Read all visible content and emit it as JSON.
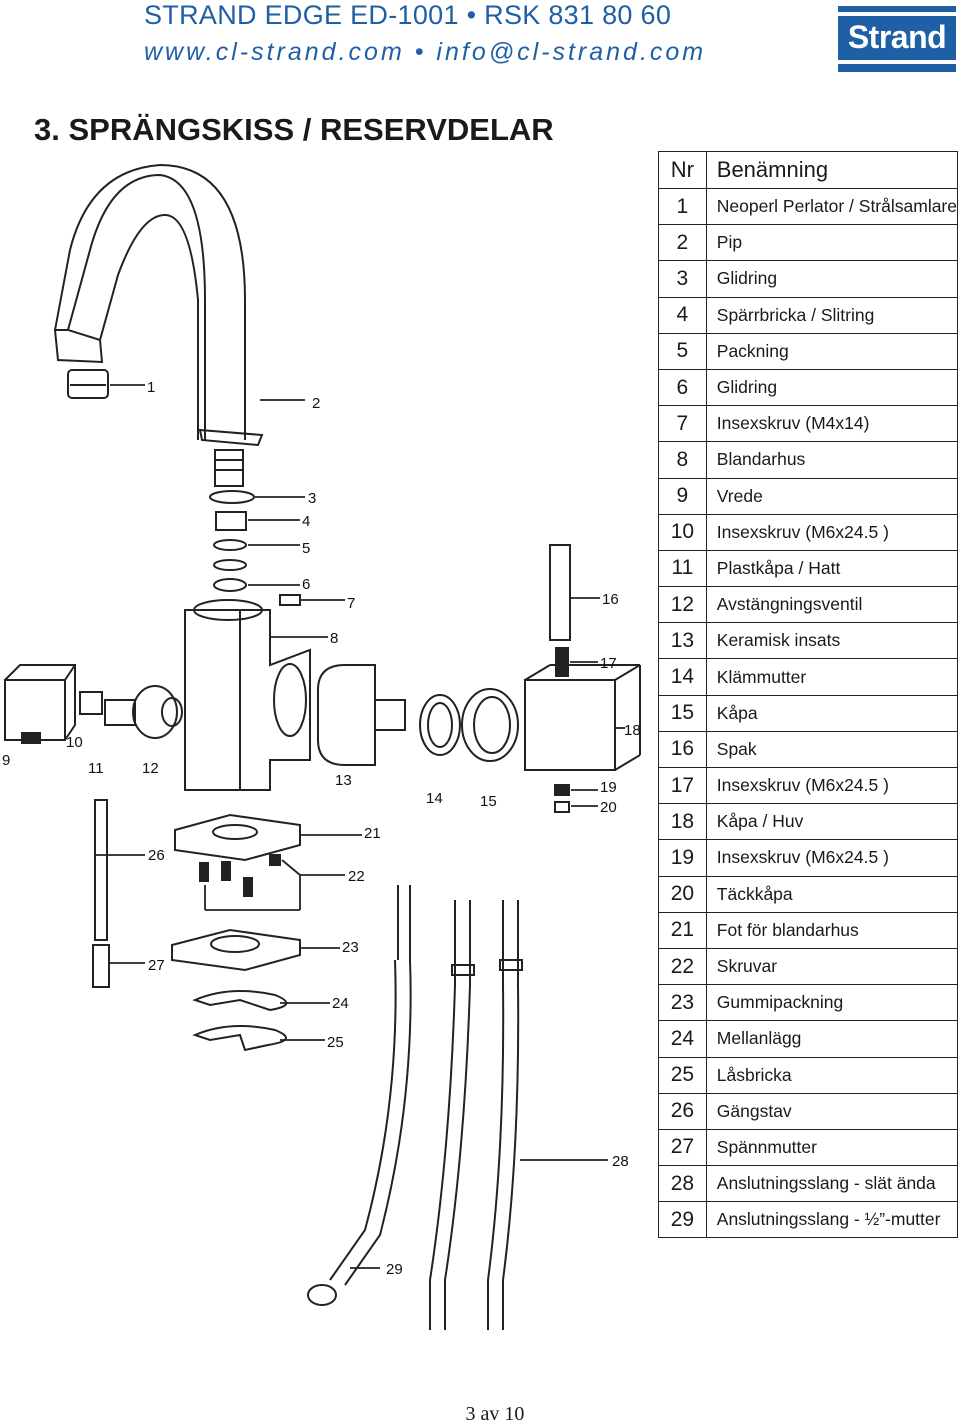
{
  "header": {
    "product_line": "STRAND EDGE ED-1001 • RSK 831 80 60",
    "contact_line": "www.cl-strand.com • info@cl-strand.com"
  },
  "brand": {
    "name": "Strand",
    "color": "#1f5fa5"
  },
  "section_title": "3. SPRÄNGSKISS / RESERVDELAR",
  "parts_table": {
    "headers": [
      "Nr",
      "Benämning"
    ],
    "rows": [
      {
        "nr": "1",
        "name": "Neoperl Perlator / Strålsamlare"
      },
      {
        "nr": "2",
        "name": "Pip"
      },
      {
        "nr": "3",
        "name": "Glidring"
      },
      {
        "nr": "4",
        "name": "Spärrbricka / Slitring"
      },
      {
        "nr": "5",
        "name": "Packning"
      },
      {
        "nr": "6",
        "name": "Glidring"
      },
      {
        "nr": "7",
        "name": "Insexskruv (M4x14)"
      },
      {
        "nr": "8",
        "name": "Blandarhus"
      },
      {
        "nr": "9",
        "name": "Vrede"
      },
      {
        "nr": "10",
        "name": "Insexskruv (M6x24.5 )"
      },
      {
        "nr": "11",
        "name": "Plastkåpa / Hatt"
      },
      {
        "nr": "12",
        "name": "Avstängningsventil"
      },
      {
        "nr": "13",
        "name": "Keramisk insats"
      },
      {
        "nr": "14",
        "name": "Klämmutter"
      },
      {
        "nr": "15",
        "name": "Kåpa"
      },
      {
        "nr": "16",
        "name": "Spak"
      },
      {
        "nr": "17",
        "name": "Insexskruv (M6x24.5 )"
      },
      {
        "nr": "18",
        "name": "Kåpa / Huv"
      },
      {
        "nr": "19",
        "name": "Insexskruv (M6x24.5 )"
      },
      {
        "nr": "20",
        "name": "Täckkåpa"
      },
      {
        "nr": "21",
        "name": "Fot för blandarhus"
      },
      {
        "nr": "22",
        "name": "Skruvar"
      },
      {
        "nr": "23",
        "name": "Gummipackning"
      },
      {
        "nr": "24",
        "name": "Mellanlägg"
      },
      {
        "nr": "25",
        "name": "Låsbricka"
      },
      {
        "nr": "26",
        "name": "Gängstav"
      },
      {
        "nr": "27",
        "name": "Spännmutter"
      },
      {
        "nr": "28",
        "name": "Anslutningsslang - slät ända"
      },
      {
        "nr": "29",
        "name": "Anslutningsslang - ½”-mutter"
      }
    ]
  },
  "diagram_labels": [
    "1",
    "2",
    "3",
    "4",
    "5",
    "6",
    "7",
    "8",
    "9",
    "10",
    "11",
    "12",
    "13",
    "14",
    "15",
    "16",
    "17",
    "18",
    "19",
    "20",
    "21",
    "22",
    "23",
    "24",
    "25",
    "26",
    "27",
    "28",
    "29"
  ],
  "page_indicator": "3 av 10"
}
